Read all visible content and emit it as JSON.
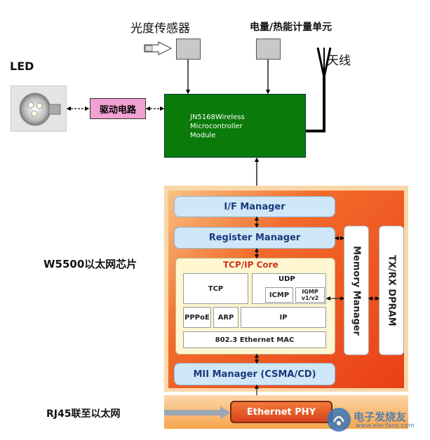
{
  "labels": {
    "light_sensor": "光度传感器",
    "meter_unit": "电量/热能计量单元",
    "antenna": "天线",
    "led": "LED",
    "driver": "驱动电路",
    "w5500": "W5500以太网芯片",
    "rj45": "RJ45联至以太网"
  },
  "mcu": {
    "line1": "JN5168Wireless",
    "line2": "Microcontroller",
    "line3": "Module"
  },
  "chip": {
    "if_manager": "I/F Manager",
    "register_manager": "Register Manager",
    "memory_manager": "Memory Manager",
    "txrx_dpram": "TX/RX DPRAM",
    "tcpip_core": "TCP/IP Core",
    "tcp": "TCP",
    "udp": "UDP",
    "icmp": "ICMP",
    "igmp": "IGMP v1/v2",
    "pppoe": "PPPoE",
    "arp": "ARP",
    "ip": "IP",
    "ethernet_mac": "802.3 Ethernet MAC",
    "mii_manager": "MII Manager (CSMA/CD)",
    "ethernet_phy": "Ethernet PHY"
  },
  "watermark": {
    "cn": "电子发烧友",
    "url": "www.elecfans.com"
  },
  "colors": {
    "mcu_green": "#0a7a0a",
    "driver_pink": "#f3a0d2",
    "chip_orange": "#f26b2a",
    "pill_blue": "#cfe7f8",
    "tcp_yellow": "#fff7d2"
  }
}
